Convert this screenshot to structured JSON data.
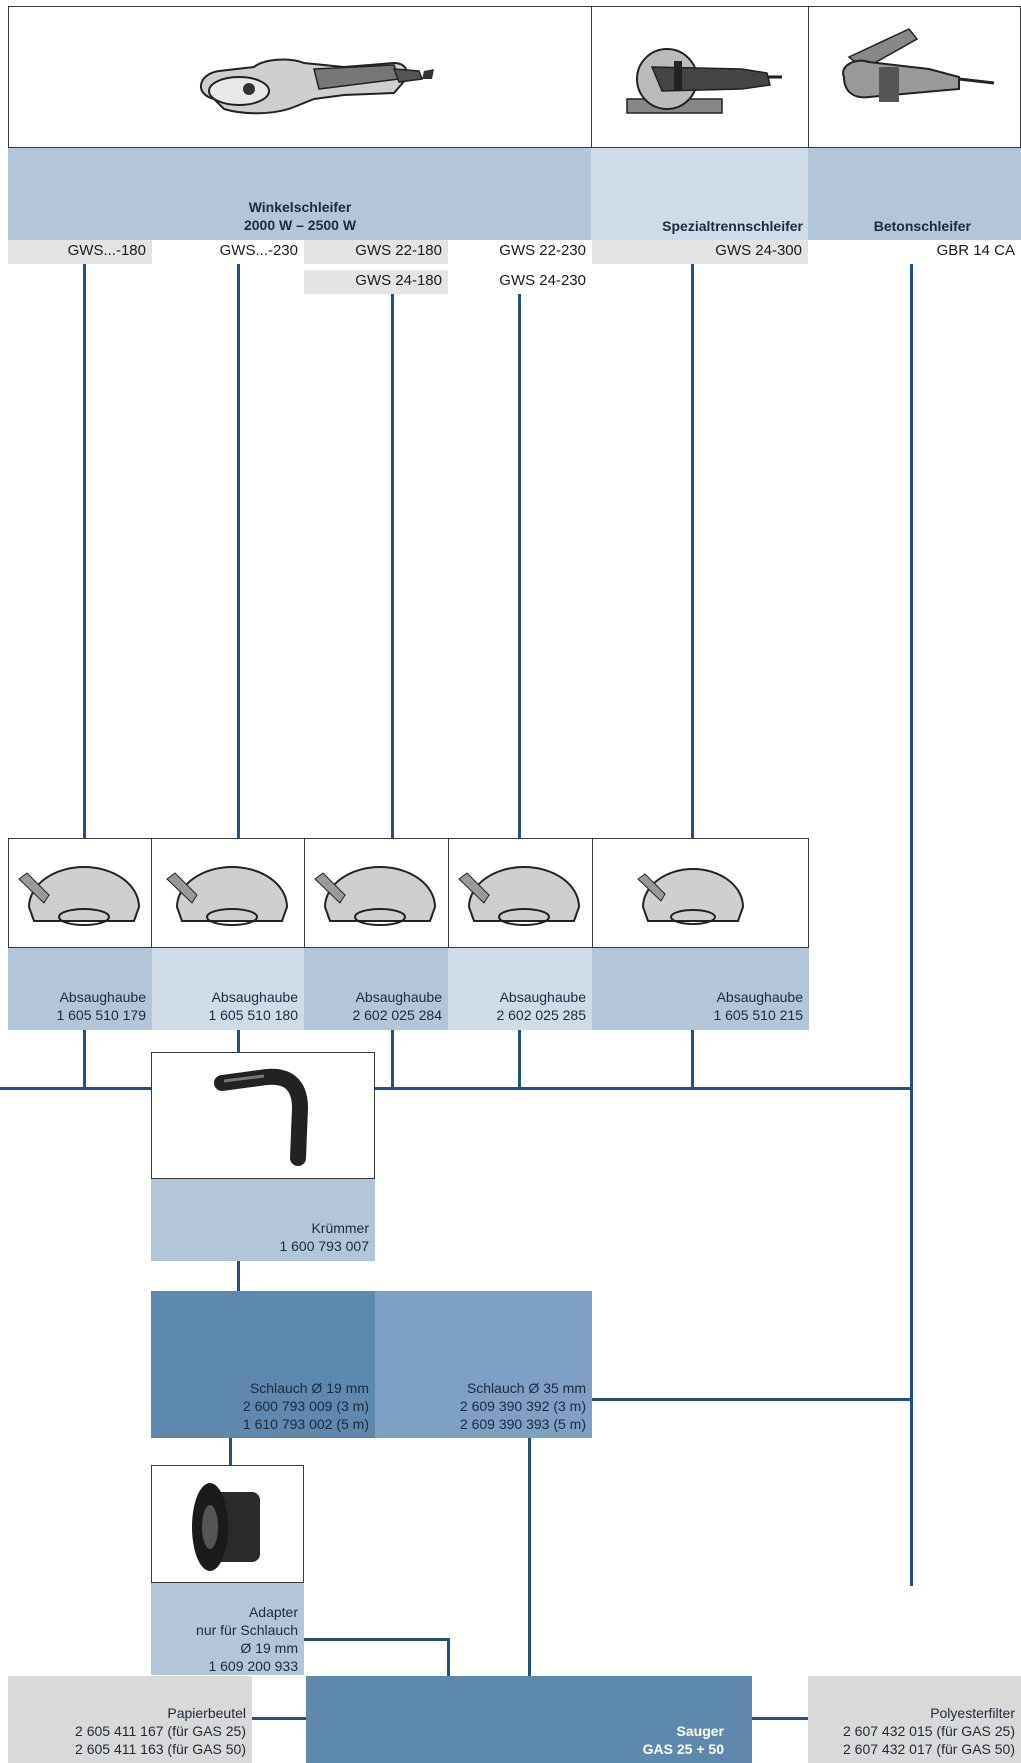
{
  "colors": {
    "connector": "#245082",
    "header_light": "#b3c6d8",
    "header_very_light": "#cfdce8",
    "hose_dark": "#5f88ae",
    "hose_medium": "#7ea0c3",
    "gray_box": "#d9d9d9"
  },
  "header": {
    "winkel": {
      "line1": "Winkelschleifer",
      "line2": "2000 W – 2500 W",
      "icon": "angle-grinder-icon"
    },
    "spezial": {
      "label": "Spezialtrennschleifer",
      "icon": "cut-off-grinder-icon"
    },
    "beton": {
      "label": "Betonschleifer",
      "icon": "concrete-grinder-icon"
    }
  },
  "models": {
    "row1": [
      "GWS...-180",
      "GWS...-230",
      "GWS 22-180",
      "GWS 22-230",
      "GWS 24-300",
      "GBR 14 CA"
    ],
    "row2": [
      "GWS 24-180",
      "GWS 24-230"
    ]
  },
  "hoods": [
    {
      "label": "Absaughaube",
      "number": "1 605 510 179"
    },
    {
      "label": "Absaughaube",
      "number": "1 605 510 180"
    },
    {
      "label": "Absaughaube",
      "number": "2 602 025 284"
    },
    {
      "label": "Absaughaube",
      "number": "2 602 025 285"
    },
    {
      "label": "Absaughaube",
      "number": "1 605 510 215"
    }
  ],
  "kruemmer": {
    "label": "Krümmer",
    "number": "1 600 793 007",
    "icon": "elbow-pipe-icon"
  },
  "hose19": {
    "label": "Schlauch Ø 19 mm",
    "line2": "2 600 793 009 (3 m)",
    "line3": "1 610 793 002 (5 m)"
  },
  "hose35": {
    "label": "Schlauch Ø 35 mm",
    "line2": "2 609 390 392 (3 m)",
    "line3": "2 609 390 393 (5 m)"
  },
  "adapter": {
    "line1": "Adapter",
    "line2": "nur für Schlauch",
    "line3": "Ø 19 mm",
    "number": "1 609 200 933",
    "icon": "adapter-icon"
  },
  "papierbeutel": {
    "label": "Papierbeutel",
    "line2": "2 605 411 167 (für GAS 25)",
    "line3": "2 605 411 163 (für GAS 50)"
  },
  "sauger": {
    "line1": "Sauger",
    "line2": "GAS 25 + 50"
  },
  "polyester": {
    "label": "Polyesterfilter",
    "line2": "2 607 432 015 (für GAS 25)",
    "line3": "2 607 432 017 (für GAS 50)"
  }
}
